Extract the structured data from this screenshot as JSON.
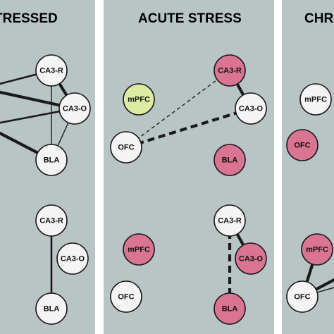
{
  "colors": {
    "panel": "#b9c4c4",
    "divider": "#ffffff",
    "node_default": "#f4f4f4",
    "node_pink": "#d97493",
    "node_green": "#dbeca2",
    "stroke": "#1a1a1a"
  },
  "panels": [
    {
      "id": "unstressed",
      "title": "TRESSED",
      "networks": [
        {
          "nodes": [
            {
              "id": "CA3-R",
              "label": "CA3-R",
              "fill": "default"
            },
            {
              "id": "CA3-O",
              "label": "CA3-O",
              "fill": "default"
            },
            {
              "id": "BLA",
              "label": "BLA",
              "fill": "default"
            }
          ],
          "edges": [
            {
              "from": "CA3-R",
              "to": "CA3-O",
              "style": "solid",
              "weight": "thick"
            },
            {
              "from": "CA3-R",
              "to": "BLA",
              "style": "solid",
              "weight": "thin"
            },
            {
              "from": "CA3-O",
              "to": "BLA",
              "style": "solid",
              "weight": "thin"
            }
          ],
          "offpanel_edges": [
            {
              "to": "CA3-R",
              "style": "solid",
              "weight": "medium"
            },
            {
              "to": "CA3-O",
              "style": "solid",
              "weight": "thick"
            },
            {
              "to": "CA3-O",
              "style": "solid",
              "weight": "medium"
            },
            {
              "to": "BLA",
              "style": "solid",
              "weight": "thick"
            }
          ]
        },
        {
          "nodes": [
            {
              "id": "CA3-R",
              "label": "CA3-R",
              "fill": "default"
            },
            {
              "id": "CA3-O",
              "label": "CA3-O",
              "fill": "default"
            },
            {
              "id": "BLA",
              "label": "BLA",
              "fill": "default"
            }
          ],
          "edges": [
            {
              "from": "CA3-R",
              "to": "BLA",
              "style": "solid",
              "weight": "medium"
            }
          ],
          "offpanel_edges": []
        }
      ]
    },
    {
      "id": "acute",
      "title": "ACUTE STRESS",
      "networks": [
        {
          "nodes": [
            {
              "id": "mPFC",
              "label": "mPFC",
              "fill": "green"
            },
            {
              "id": "OFC",
              "label": "OFC",
              "fill": "default"
            },
            {
              "id": "CA3-R",
              "label": "CA3-R",
              "fill": "pink"
            },
            {
              "id": "CA3-O",
              "label": "CA3-O",
              "fill": "default"
            },
            {
              "id": "BLA",
              "label": "BLA",
              "fill": "pink"
            }
          ],
          "edges": [
            {
              "from": "OFC",
              "to": "CA3-R",
              "style": "dashed",
              "weight": "thin"
            },
            {
              "from": "OFC",
              "to": "CA3-O",
              "style": "dashed",
              "weight": "thick"
            },
            {
              "from": "CA3-R",
              "to": "CA3-O",
              "style": "solid",
              "weight": "thick"
            }
          ],
          "offpanel_edges": []
        },
        {
          "nodes": [
            {
              "id": "mPFC",
              "label": "mPFC",
              "fill": "pink"
            },
            {
              "id": "OFC",
              "label": "OFC",
              "fill": "default"
            },
            {
              "id": "CA3-R",
              "label": "CA3-R",
              "fill": "default"
            },
            {
              "id": "CA3-O",
              "label": "CA3-O",
              "fill": "pink"
            },
            {
              "id": "BLA",
              "label": "BLA",
              "fill": "pink"
            }
          ],
          "edges": [
            {
              "from": "CA3-R",
              "to": "CA3-O",
              "style": "solid",
              "weight": "thick"
            },
            {
              "from": "CA3-R",
              "to": "BLA",
              "style": "dashed",
              "weight": "thick"
            }
          ],
          "offpanel_edges": []
        }
      ]
    },
    {
      "id": "chronic",
      "title": "CHR",
      "networks": [
        {
          "nodes": [
            {
              "id": "mPFC",
              "label": "mPFC",
              "fill": "default"
            },
            {
              "id": "OFC",
              "label": "OFC",
              "fill": "pink"
            }
          ],
          "edges": [],
          "offpanel_edges": []
        },
        {
          "nodes": [
            {
              "id": "mPFC",
              "label": "mPFC",
              "fill": "pink"
            },
            {
              "id": "OFC",
              "label": "OFC",
              "fill": "default"
            }
          ],
          "edges": [
            {
              "from": "OFC",
              "to": "mPFC",
              "style": "solid",
              "weight": "thick"
            }
          ],
          "offpanel_edges": [
            {
              "from": "OFC",
              "style": "solid",
              "weight": "thick"
            },
            {
              "from": "OFC",
              "style": "solid",
              "weight": "thin"
            }
          ]
        }
      ]
    }
  ]
}
